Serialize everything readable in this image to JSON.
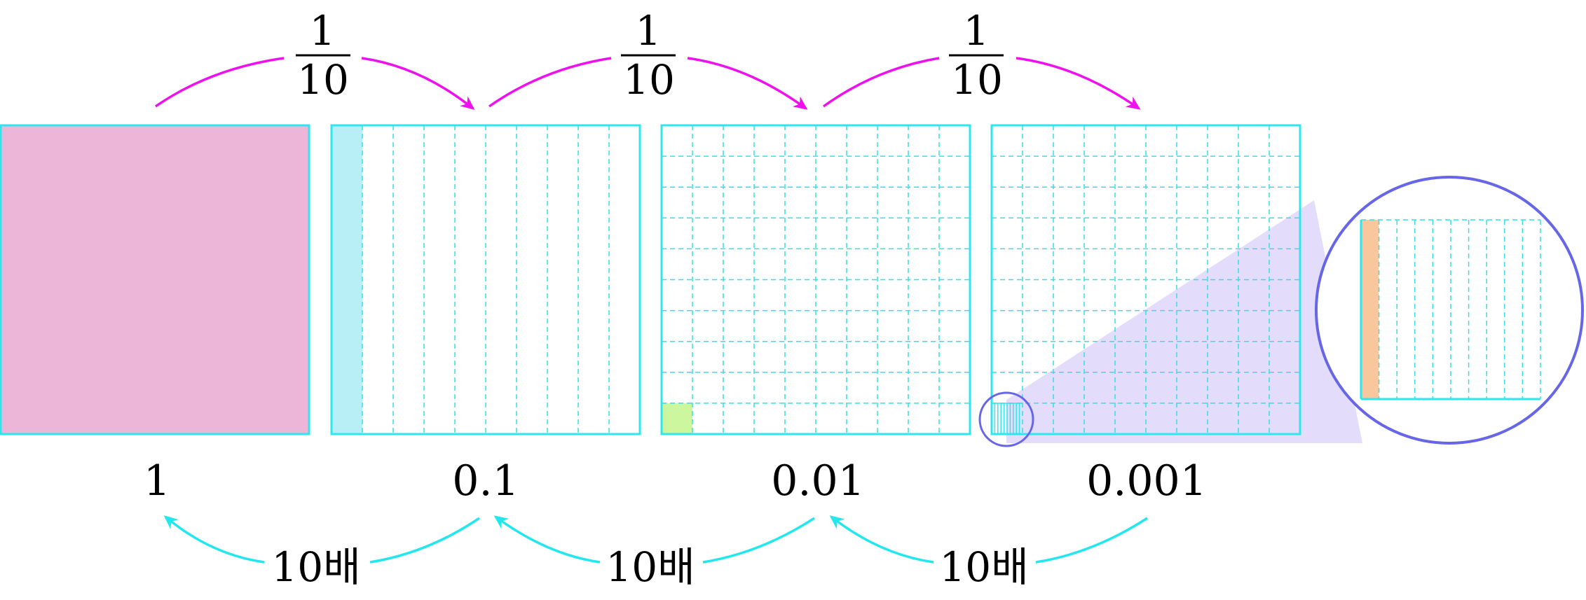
{
  "colors": {
    "grid": "#2ee6ee",
    "grid_dash": "#35dfe6",
    "one_fill": "#ecb6d8",
    "tenth_fill": "#b8eef6",
    "hundredth_fill": "#ccf79e",
    "thousandth_fill": "#f9c79d",
    "top_arrow": "#ee11ee",
    "bottom_arrow": "#22e8ee",
    "magnifier": "#6666e6",
    "magnifier_cone": "#e3dcfa"
  },
  "values": [
    {
      "label": "1"
    },
    {
      "label": "0.1"
    },
    {
      "label": "0.01"
    },
    {
      "label": "0.001"
    }
  ],
  "top_arrows": [
    {
      "numerator": "1",
      "denominator": "10"
    },
    {
      "numerator": "1",
      "denominator": "10"
    },
    {
      "numerator": "1",
      "denominator": "10"
    }
  ],
  "bottom_arrows": [
    {
      "label": "10배"
    },
    {
      "label": "10배"
    },
    {
      "label": "10배"
    }
  ]
}
